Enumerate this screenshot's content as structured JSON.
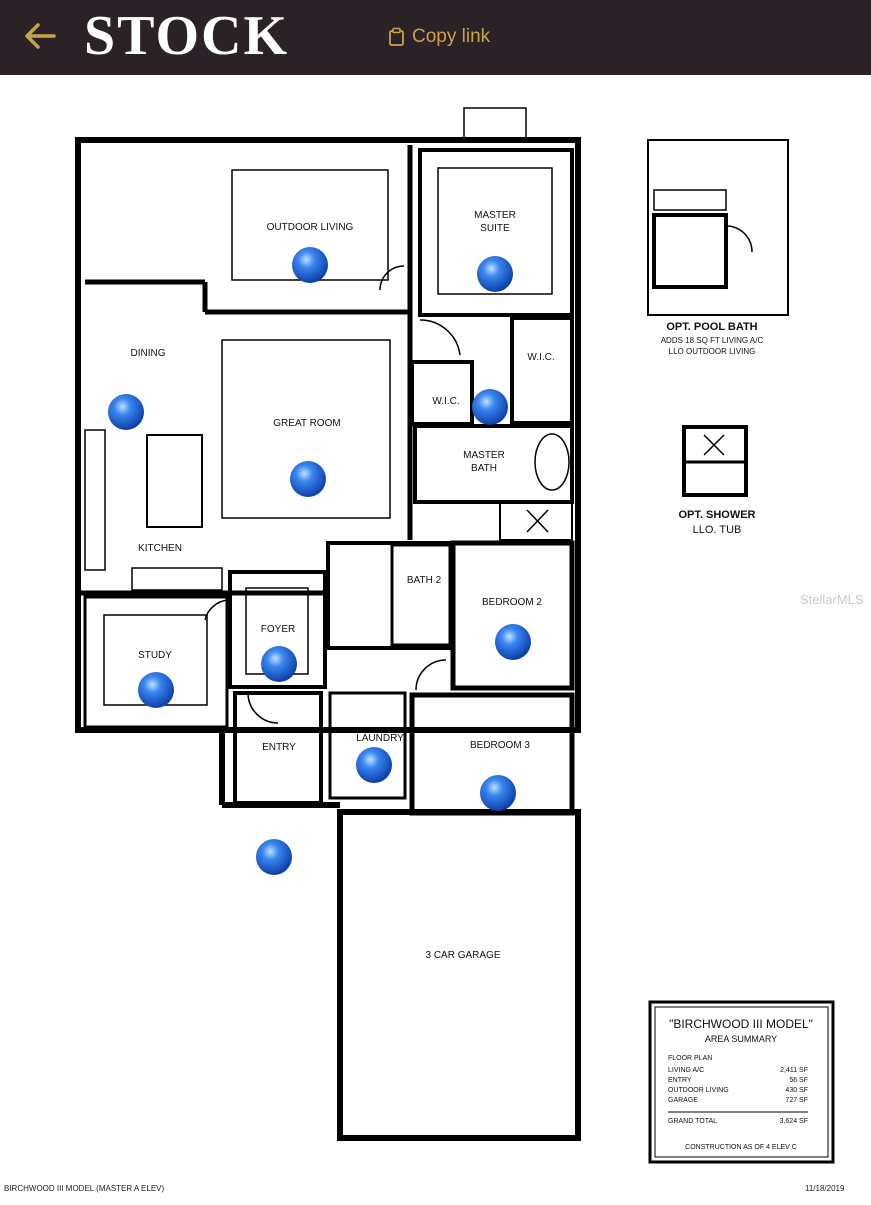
{
  "header": {
    "logo_text": "STOCK",
    "copy_link_label": "Copy link",
    "accent_color": "#c9a24a",
    "background_color": "#2a2227"
  },
  "floorplan": {
    "rooms": {
      "outdoor_living": "OUTDOOR LIVING",
      "master_suite": "MASTER",
      "master_suite_line2": "SUITE",
      "dining": "DINING",
      "great_room": "GREAT ROOM",
      "wic_1": "W.I.C.",
      "wic_2": "W.I.C.",
      "master_bath": "MASTER",
      "master_bath_line2": "BATH",
      "kitchen": "KITCHEN",
      "bath_2": "BATH 2",
      "bedroom_2": "BEDROOM 2",
      "foyer": "FOYER",
      "study": "STUDY",
      "entry": "ENTRY",
      "laundry": "LAUNDRY",
      "bedroom_3": "BEDROOM 3",
      "garage": "3 CAR GARAGE"
    },
    "options": {
      "pool_bath_title": "OPT. POOL BATH",
      "pool_bath_note_1": "ADDS 18 SQ FT LIVING A/C",
      "pool_bath_note_2": "LLO OUTDOOR LIVING",
      "shower_title": "OPT. SHOWER",
      "shower_note": "LLO. TUB"
    },
    "summary": {
      "title": "\"BIRCHWOOD III MODEL\"",
      "subtitle": "AREA SUMMARY",
      "floor_plan": "FLOOR PLAN",
      "rows": [
        {
          "label": "LIVING A/C",
          "value": "2,411 SF"
        },
        {
          "label": "ENTRY",
          "value": "56 SF"
        },
        {
          "label": "OUTDOOR LIVING",
          "value": "430 SF"
        },
        {
          "label": "GARAGE",
          "value": "727 SF"
        }
      ],
      "total_label": "GRAND TOTAL",
      "total_value": "3,624 SF",
      "note": "CONSTRUCTION AS OF 4 ELEV C"
    },
    "hotspot_color": "#2f6fdc"
  },
  "watermark": "StellarMLS",
  "footer": {
    "left": "BIRCHWOOD III MODEL (MASTER A ELEV)",
    "right": "11/18/2019"
  }
}
